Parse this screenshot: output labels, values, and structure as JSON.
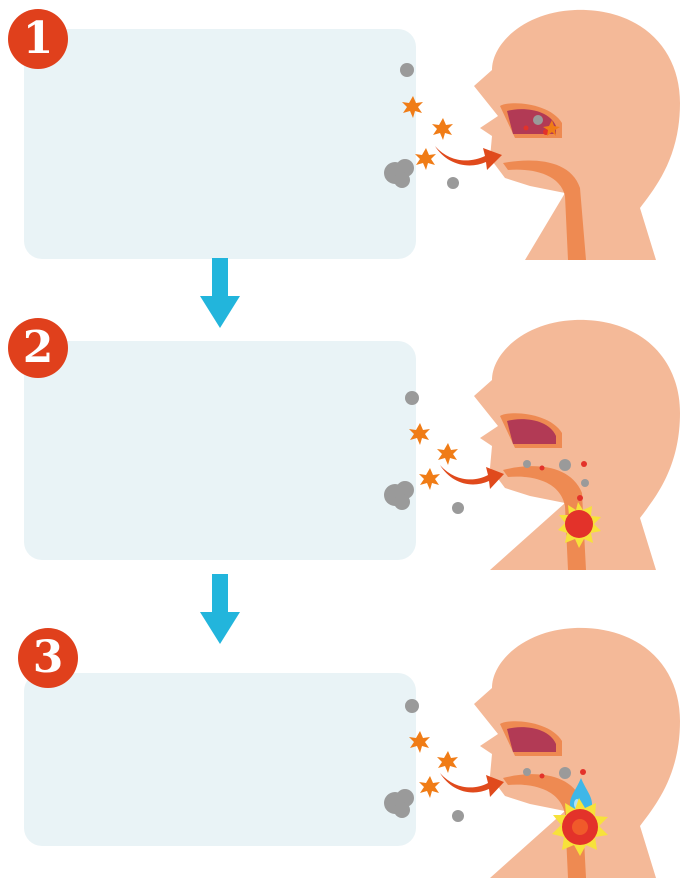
{
  "steps": [
    {
      "number": "1",
      "stage": "inhale"
    },
    {
      "number": "2",
      "stage": "throat-irritation"
    },
    {
      "number": "3",
      "stage": "inflammation-with-mucus"
    }
  ],
  "icons": {
    "step_badge": "circled-number",
    "flow_arrow": "down-arrow-icon",
    "particles": [
      "dust-cloud-icon",
      "pollen-spark-icon"
    ],
    "burst": "inflammation-burst-icon",
    "droplet": "mucus-drop-icon"
  },
  "colors": {
    "badge": "#e0401c",
    "panel": "#e9f3f6",
    "arrow": "#22b5dc",
    "skin": "#f4b998",
    "airway": "#ee8a52",
    "cavity": "#b23a55",
    "inhale_arrow": "#e04a1c",
    "dust": "#9a9a9a",
    "spark": "#f07c16",
    "burst_outer": "#f7e23a",
    "burst_inner": "#e3322a",
    "droplet": "#3fb7e8"
  }
}
